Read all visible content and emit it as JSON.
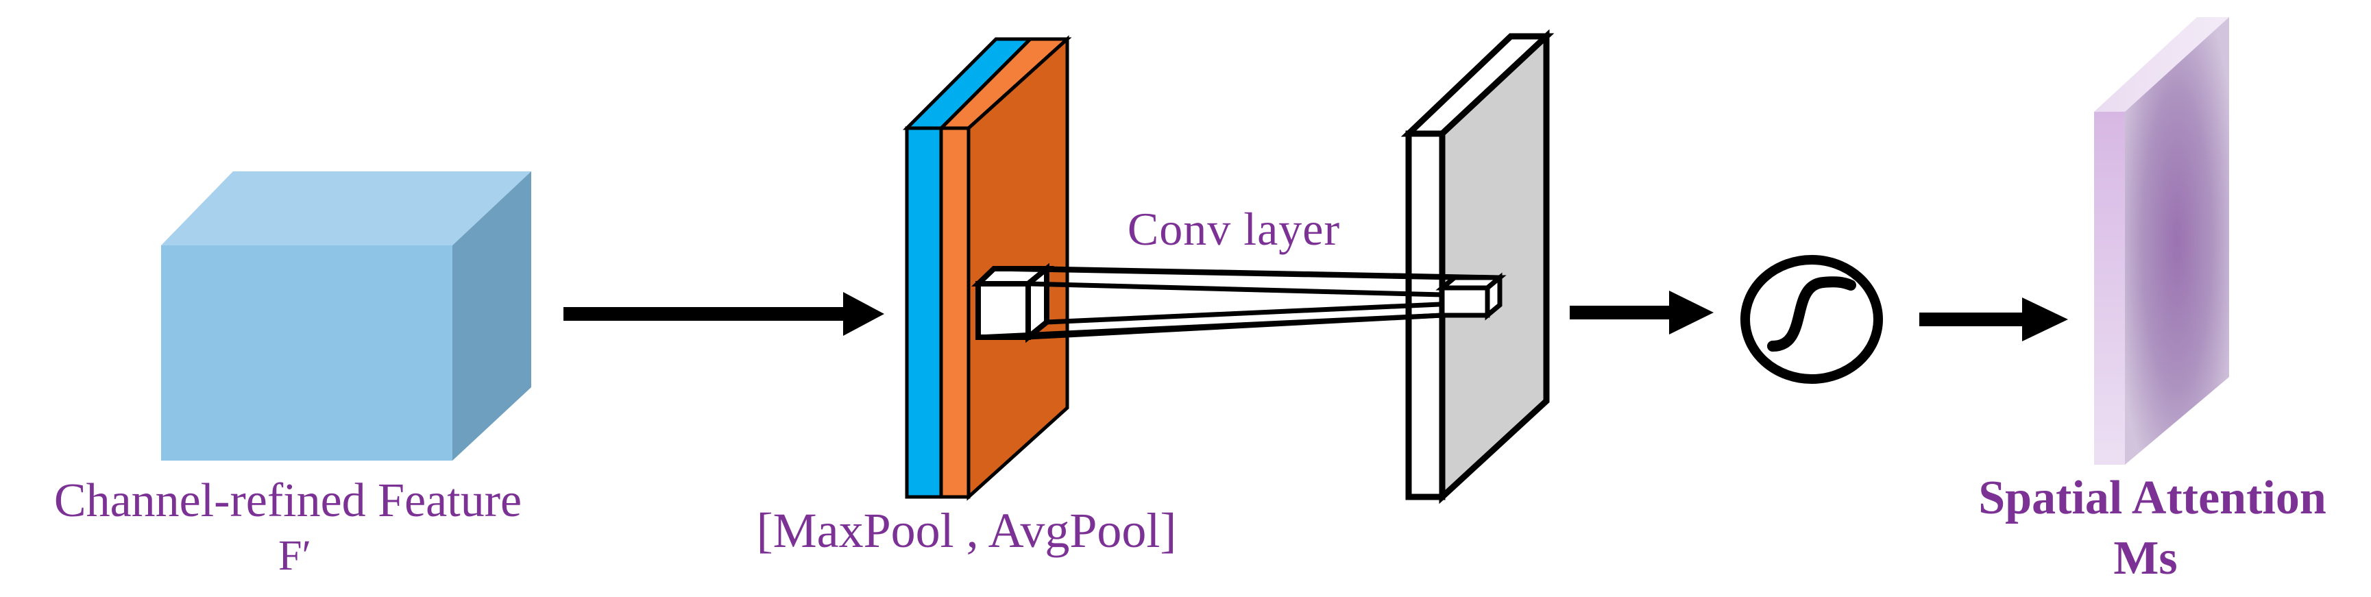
{
  "feature": {
    "title": "Channel-refined Feature",
    "symbol": "F′"
  },
  "pool": {
    "label": "[MaxPool , AvgPool]"
  },
  "conv": {
    "label": "Conv  layer"
  },
  "attention": {
    "title": "Spatial  Attention",
    "symbol": "Ms"
  },
  "colors": {
    "cube_front": "#8ec4e6",
    "cube_top": "#a7d1ec",
    "cube_side": "#6e9fbe",
    "maxpool": "#00aeef",
    "avgpool": "#f47f3a",
    "pool_face": "#d5611b",
    "conv_face": "#cfcfcf",
    "attention": "#9a6fae",
    "label": "#7b3294"
  }
}
